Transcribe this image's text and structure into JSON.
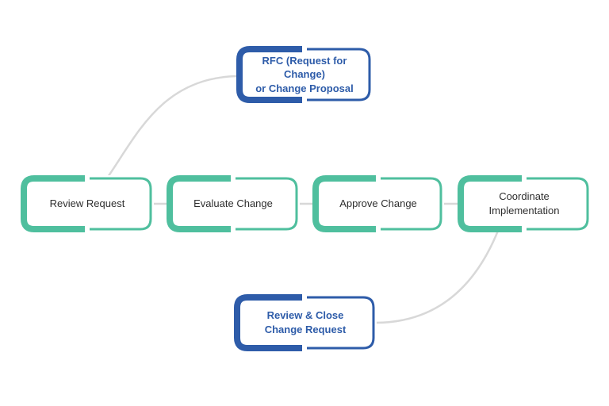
{
  "diagram": {
    "type": "flowchart-change-management-process",
    "nodes": {
      "rfc": {
        "lines": [
          "RFC (Request for Change)",
          "or Change Proposal"
        ],
        "style": "blue-milestone"
      },
      "review_request": {
        "label": "Review Request",
        "style": "green-step"
      },
      "evaluate_change": {
        "label": "Evaluate Change",
        "style": "green-step"
      },
      "approve_change": {
        "label": "Approve Change",
        "style": "green-step"
      },
      "coordinate_implementation": {
        "label": "Coordinate Implementation",
        "style": "green-step"
      },
      "review_close": {
        "lines": [
          "Review & Close",
          "Change Request"
        ],
        "style": "blue-milestone"
      }
    },
    "connections": [
      {
        "from": "review_request",
        "to": "rfc",
        "shape": "s-curve"
      },
      {
        "from": "review_request",
        "to": "evaluate_change",
        "shape": "straight"
      },
      {
        "from": "evaluate_change",
        "to": "approve_change",
        "shape": "straight"
      },
      {
        "from": "approve_change",
        "to": "coordinate_implementation",
        "shape": "straight"
      },
      {
        "from": "coordinate_implementation",
        "to": "review_close",
        "shape": "s-curve"
      }
    ]
  },
  "colors": {
    "step_green": "#4fbf9e",
    "milestone_blue": "#2e5ca9",
    "connector_gray": "#d8d8d8",
    "step_text": "#2e2e2e",
    "background": "#ffffff"
  }
}
